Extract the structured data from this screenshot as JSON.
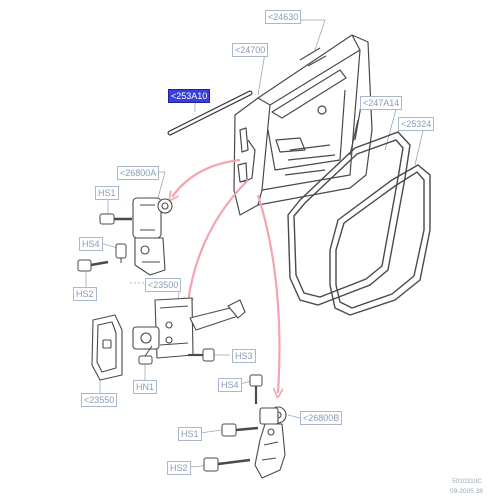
{
  "colors": {
    "label_text": "#8a9bb5",
    "label_border": "#a9b8cf",
    "selected_bg": "#3a3fd9",
    "selected_text": "#ffffff",
    "part_stroke": "#4a4a4a",
    "arrow": "#f2a5b0"
  },
  "labels": {
    "l24630": "<24630",
    "l24700": "<24700",
    "l253a10": "<253A10",
    "l247a14": "<247A14",
    "l25324": "<25324",
    "l26800a": "<26800A",
    "hs1_top": "HS1",
    "hs4_left": "HS4",
    "hs2_left": "HS2",
    "l23500": "<23500",
    "hs3": "HS3",
    "hn1": "HN1",
    "l23550": "<23550",
    "hs4_low": "HS4",
    "l26800b": "<26800B",
    "hs1_low": "HS1",
    "hs2_low": "HS2"
  },
  "footer": {
    "code": "5010310C",
    "date": "09-2005 38"
  }
}
